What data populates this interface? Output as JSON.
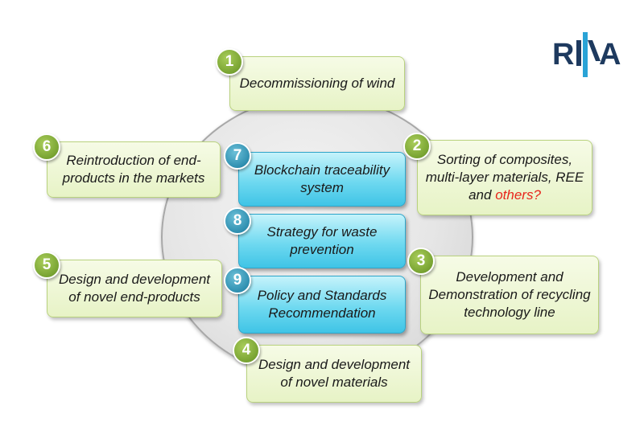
{
  "logo": {
    "text": "RINA",
    "color": "#1e3a5f",
    "accent": "#2aa3d6"
  },
  "steps": {
    "s1": {
      "num": "1",
      "text": "Decommissioning of wind"
    },
    "s2": {
      "num": "2",
      "text": "Sorting of composites, multi-layer materials, REE and",
      "highlight": "others?"
    },
    "s3": {
      "num": "3",
      "text": "Development and Demonstration of recycling technology line"
    },
    "s4": {
      "num": "4",
      "text": "Design and development of novel materials"
    },
    "s5": {
      "num": "5",
      "text": "Design and development of novel end-products"
    },
    "s6": {
      "num": "6",
      "text": "Reintroduction of end-products in the markets"
    },
    "s7": {
      "num": "7",
      "text": "Blockchain traceability system"
    },
    "s8": {
      "num": "8",
      "text": "Strategy for waste prevention"
    },
    "s9": {
      "num": "9",
      "text": "Policy and Standards Recommendation"
    }
  },
  "colors": {
    "highlight": "#e8261c",
    "green_badge": "#78a332",
    "teal_badge": "#2f8fb0"
  }
}
